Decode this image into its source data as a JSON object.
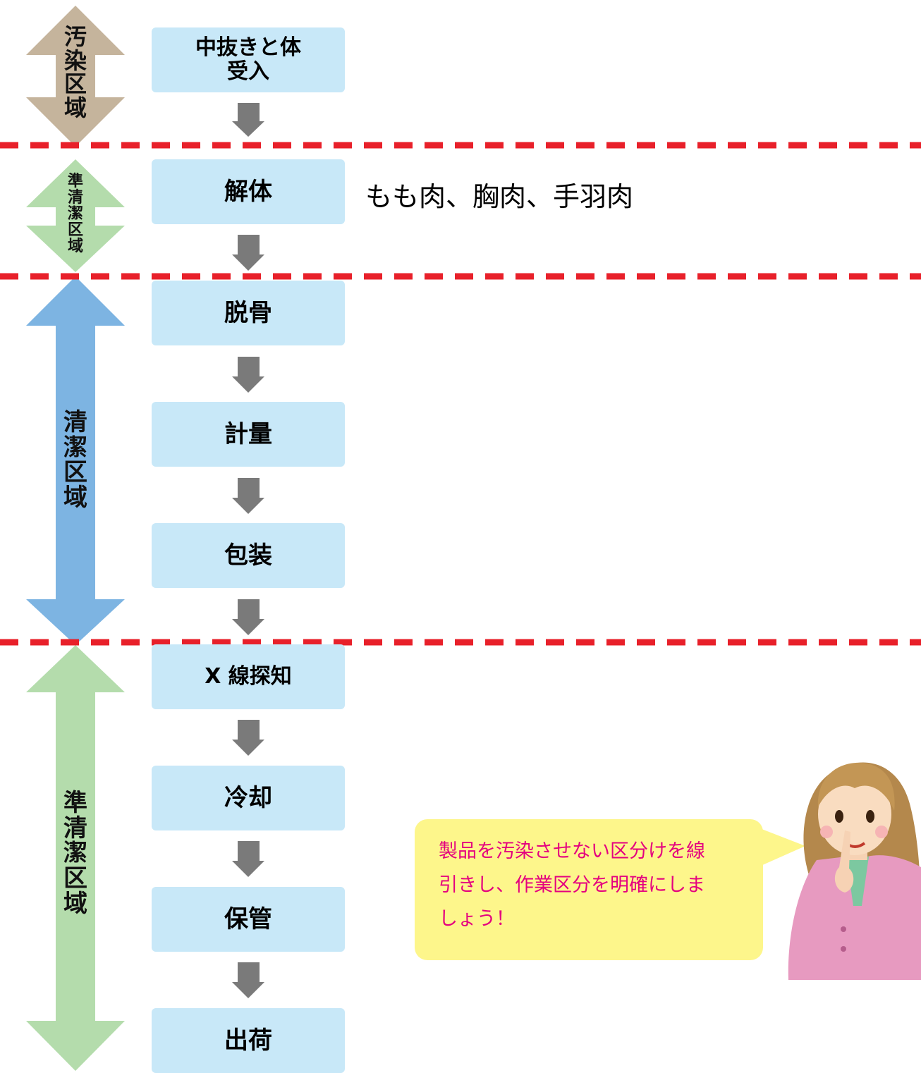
{
  "zones": [
    {
      "id": "dirty",
      "lines": [
        "汚",
        "染",
        "区",
        "域"
      ],
      "color": "#c5b49c"
    },
    {
      "id": "semi-clean-1",
      "lines": [
        "準",
        "清",
        "潔",
        "区",
        "域"
      ],
      "color": "#b4dcac"
    },
    {
      "id": "clean",
      "lines": [
        "清",
        "潔",
        "区",
        "域"
      ],
      "color": "#7db4e2"
    },
    {
      "id": "semi-clean-2",
      "lines": [
        "準",
        "清",
        "潔",
        "区",
        "域"
      ],
      "color": "#b4dcac"
    }
  ],
  "steps": [
    {
      "lines": [
        "中抜きと体",
        "受入"
      ]
    },
    {
      "lines": [
        "解体"
      ]
    },
    {
      "lines": [
        "脱骨"
      ]
    },
    {
      "lines": [
        "計量"
      ]
    },
    {
      "lines": [
        "包装"
      ]
    },
    {
      "lines": [
        "X 線探知"
      ]
    },
    {
      "lines": [
        "冷却"
      ]
    },
    {
      "lines": [
        "保管"
      ]
    },
    {
      "lines": [
        "出荷"
      ]
    }
  ],
  "annotation": {
    "parts": "もも肉、胸肉、手羽肉"
  },
  "speech_bubble": {
    "lines": [
      "製品を汚染させない区分けを線",
      "引きし、作業区分を明確にしま",
      "しょう！"
    ]
  },
  "colors": {
    "step_box": "#c8e8f8",
    "flow_arrow": "#7a7a7a",
    "divider": "#e8202a",
    "bubble_bg": "#fdf68b",
    "bubble_text": "#e4007f"
  },
  "icons": {
    "character": "woman-pointing-chin-illustration"
  }
}
